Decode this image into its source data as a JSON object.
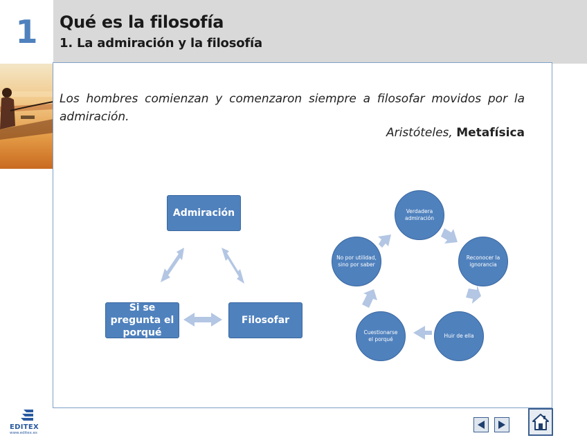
{
  "header": {
    "chapter_number": "1",
    "title": "Qué es la filosofía",
    "subtitle": "1. La admiración y la filosofía"
  },
  "quote": {
    "text": "Los hombres comienzan y comenzaron siempre a filosofar movidos por la admiración.",
    "author": "Aristóteles,",
    "work": "Metafísica"
  },
  "triangle": {
    "top": "Admiración",
    "left": "Si se pregunta el porqué",
    "right": "Filosofar"
  },
  "cycle": {
    "nodes": [
      "Verdadera admiración",
      "Reconocer la ignorancia",
      "Huir de ella",
      "Cuestionarse el porqué",
      "No por utilidad, sino por saber"
    ]
  },
  "footer": {
    "logo": "EDITEX",
    "url": "www.editex.es"
  },
  "colors": {
    "accent": "#4f81bd",
    "arrow": "#b3c6e3",
    "header_bg": "#d9d9d9"
  },
  "icons": {
    "prev": "triangle-left-icon",
    "next": "triangle-right-icon",
    "home": "house-icon"
  }
}
